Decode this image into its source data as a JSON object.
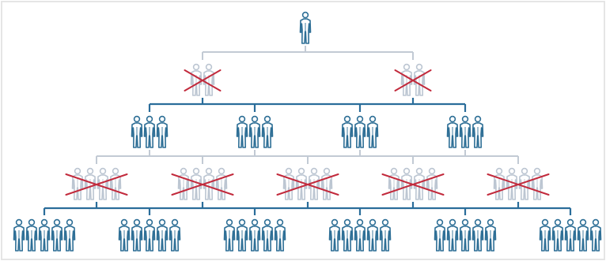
{
  "diagram": {
    "colors": {
      "background": "#ffffff",
      "frame": "#e5e5e5",
      "active_person": "#2e6f96",
      "active_line": "#2a6d9a",
      "dropped_person": "#bcc6d2",
      "dropped_line": "#c2cad4",
      "cross": "#c22a3c"
    },
    "icon": "person-silhouette-icon",
    "levels": [
      {
        "level": 1,
        "status": "active",
        "groups": 1,
        "people_per_group": 1
      },
      {
        "level": 2,
        "status": "crossed-out",
        "groups": 2,
        "people_per_group": 2
      },
      {
        "level": 3,
        "status": "active",
        "groups": 4,
        "people_per_group": 3
      },
      {
        "level": 4,
        "status": "crossed-out",
        "groups": 5,
        "people_per_group": 4
      },
      {
        "level": 5,
        "status": "active",
        "groups": 6,
        "people_per_group": 5
      }
    ]
  }
}
